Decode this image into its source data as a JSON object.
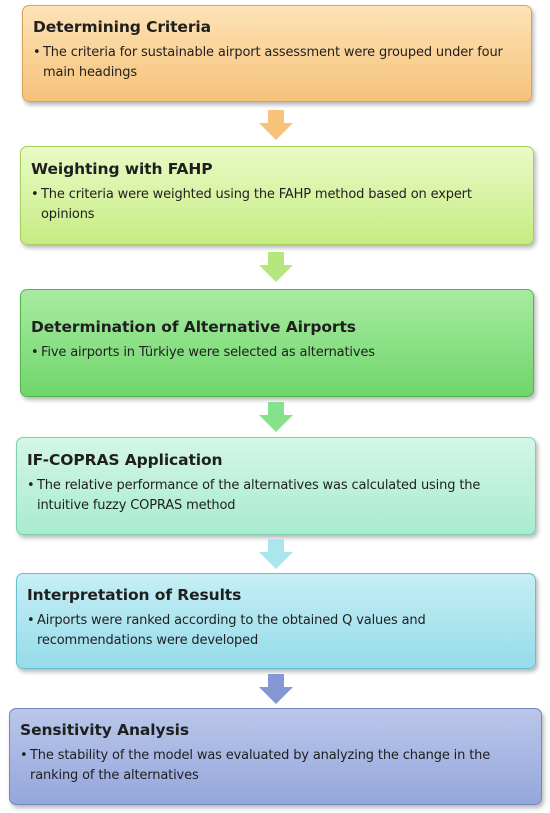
{
  "steps": [
    {
      "title": "Determining Criteria",
      "bullet": "•",
      "text": "The criteria for sustainable airport assessment were grouped under four main headings",
      "color": "#f7c57f"
    },
    {
      "title": "Weighting with FAHP",
      "bullet": "•",
      "text": "The criteria were weighted using the FAHP method based on expert opinions",
      "color": "#c9ed88"
    },
    {
      "title": "Determination of Alternative Airports",
      "bullet": "•",
      "text": "Five airports in Türkiye were selected as alternatives",
      "color": "#74d86f"
    },
    {
      "title": "IF-COPRAS Application",
      "bullet": "•",
      "text": "The relative performance of the alternatives was calculated using the intuitive fuzzy COPRAS method",
      "color": "#abecd0"
    },
    {
      "title": "Interpretation of Results",
      "bullet": "•",
      "text": "Airports were ranked according to the obtained Q values and recommendations were developed",
      "color": "#98dde9"
    },
    {
      "title": "Sensitivity Analysis",
      "bullet": "•",
      "text": "The stability of the model was evaluated by analyzing the change in the ranking of the alternatives",
      "color": "#98a8dc"
    }
  ],
  "arrows": [
    {
      "icon": "down-arrow-icon",
      "color": "#f8c27a"
    },
    {
      "icon": "down-arrow-icon",
      "color": "#b6e77e"
    },
    {
      "icon": "down-arrow-icon",
      "color": "#86e18c"
    },
    {
      "icon": "down-arrow-icon",
      "color": "#a9e6ee"
    },
    {
      "icon": "down-arrow-icon",
      "color": "#8397d3"
    }
  ]
}
